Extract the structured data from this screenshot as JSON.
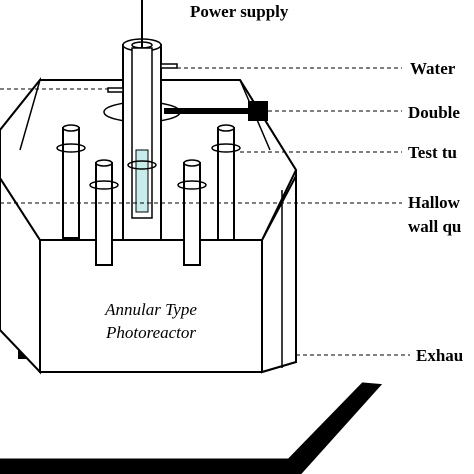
{
  "labels": {
    "power_supply": "Power supply",
    "water": "Water",
    "double": "Double",
    "test_tube": "Test tu",
    "hallow_line1": "Hallow",
    "hallow_line2": "wall qu",
    "exhaust": "Exhau",
    "annular_line1": "Annular Type",
    "annular_line2": "Photoreactor"
  },
  "colors": {
    "stroke": "#000000",
    "background": "#ffffff",
    "lamp_glow": "#c8ecec"
  }
}
